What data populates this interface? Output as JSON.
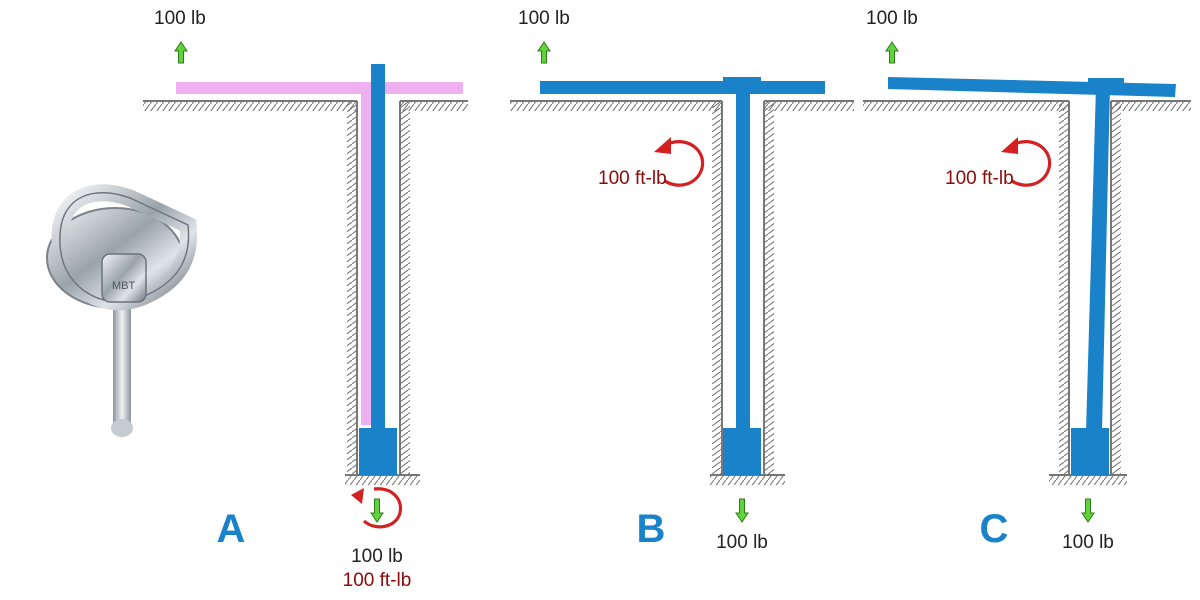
{
  "colors": {
    "anchor": "#1a82c8",
    "ghost": "#eeb0f0",
    "moment_arrow": "#d42020",
    "moment_text": "#8b0a0a",
    "force_arrow": "#5fd43a",
    "text": "#222222",
    "ground": "#777777"
  },
  "panels": [
    {
      "letter": "A",
      "top_force": "100 lb",
      "bottom_force": "100 lb",
      "bottom_moment": "100 ft-lb"
    },
    {
      "letter": "B",
      "top_force": "100 lb",
      "bottom_force": "100 lb",
      "side_moment": "100 ft-lb"
    },
    {
      "letter": "C",
      "top_force": "100 lb",
      "bottom_force": "100 lb",
      "side_moment": "100 ft-lb"
    }
  ],
  "photo": {
    "icon": "rock-anchor-bolt-photo",
    "stamp": "MBT"
  }
}
